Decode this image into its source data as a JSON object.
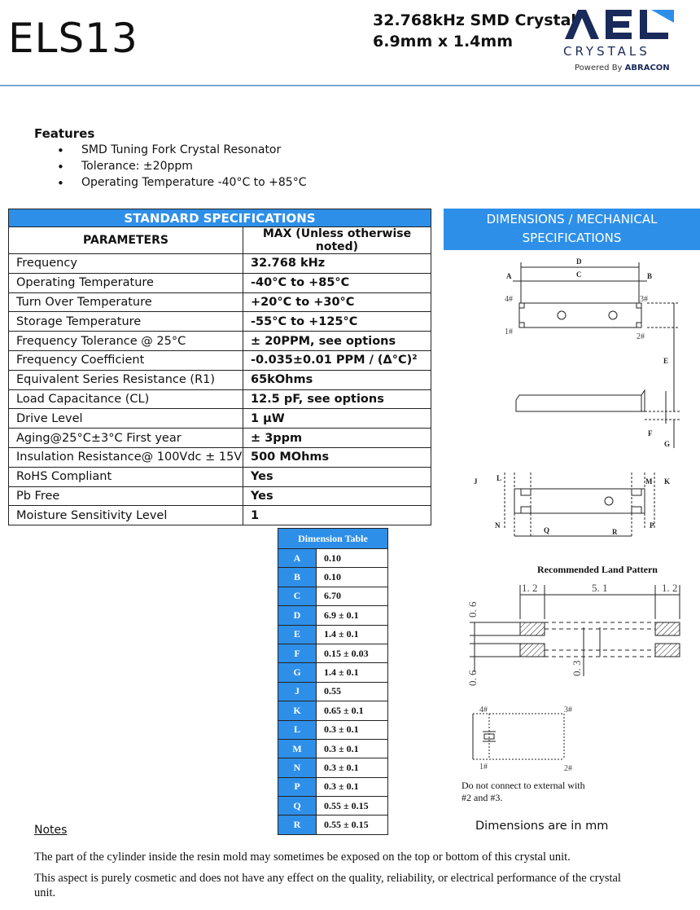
{
  "header": {
    "part_number": "ELS13",
    "subtitle_line1": "32.768kHz SMD Crystal",
    "subtitle_line2": "6.9mm x 1.4mm",
    "logo_text": "AEL",
    "logo_sub": "CRYSTALS",
    "logo_powered_prefix": "Powered By ",
    "logo_powered_brand": "ABRACON"
  },
  "features": {
    "title": "Features",
    "items": [
      "SMD Tuning Fork Crystal Resonator",
      "Tolerance: ±20ppm",
      "Operating Temperature -40°C to +85°C"
    ]
  },
  "spec_table": {
    "banner": "STANDARD SPECIFICATIONS",
    "col_param": "PARAMETERS",
    "col_max": "MAX (Unless otherwise noted)",
    "rows": [
      {
        "param": "Frequency",
        "value": "32.768 kHz"
      },
      {
        "param": "Operating Temperature",
        "value": "-40°C to +85°C"
      },
      {
        "param": "Turn Over Temperature",
        "value": "+20°C to +30°C"
      },
      {
        "param": "Storage Temperature",
        "value": "-55°C to +125°C"
      },
      {
        "param": "Frequency Tolerance @ 25°C",
        "value": "± 20PPM, see options"
      },
      {
        "param": "Frequency Coefficient",
        "value": "-0.035±0.01 PPM / (Δ°C)²"
      },
      {
        "param": "Equivalent Series Resistance (R1)",
        "value": "65kOhms"
      },
      {
        "param": "Load Capacitance (CL)",
        "value": "12.5 pF, see options"
      },
      {
        "param": "Drive Level",
        "value": "1 µW"
      },
      {
        "param": "Aging@25°C±3°C First year",
        "value": "± 3ppm"
      },
      {
        "param": "Insulation Resistance@ 100Vdc ± 15V",
        "value": "500 MOhms"
      },
      {
        "param": "RoHS Compliant",
        "value": "Yes"
      },
      {
        "param": "Pb Free",
        "value": "Yes"
      },
      {
        "param": "Moisture Sensitivity Level",
        "value": "1"
      }
    ]
  },
  "dimensions": {
    "banner_line1": "DIMENSIONS / MECHANICAL",
    "banner_line2": "SPECIFICATIONS",
    "table_title": "Dimension Table",
    "rows": [
      {
        "k": "A",
        "v": "0.10"
      },
      {
        "k": "B",
        "v": "0.10"
      },
      {
        "k": "C",
        "v": "6.70"
      },
      {
        "k": "D",
        "v": "6.9 ± 0.1"
      },
      {
        "k": "E",
        "v": "1.4 ± 0.1"
      },
      {
        "k": "F",
        "v": "0.15 ± 0.03"
      },
      {
        "k": "G",
        "v": "1.4 ± 0.1"
      },
      {
        "k": "J",
        "v": "0.55"
      },
      {
        "k": "K",
        "v": "0.65 ± 0.1"
      },
      {
        "k": "L",
        "v": "0.3 ± 0.1"
      },
      {
        "k": "M",
        "v": "0.3 ± 0.1"
      },
      {
        "k": "N",
        "v": "0.3 ± 0.1"
      },
      {
        "k": "P",
        "v": "0.3 ± 0.1"
      },
      {
        "k": "Q",
        "v": "0.55 ± 0.15"
      },
      {
        "k": "R",
        "v": "0.55 ± 0.15"
      }
    ],
    "units_note": "Dimensions are in mm",
    "land_pattern_title": "Recommended Land Pattern",
    "land_pattern_dims": {
      "left": "1. 2",
      "center": "5. 1",
      "right": "1. 2",
      "top_v": "0. 6",
      "bottom_v": "0. 6",
      "gap_v": "0. 3"
    },
    "drawing_labels": {
      "D": "D",
      "C": "C",
      "A": "A",
      "B": "B",
      "E": "E",
      "F": "F",
      "G": "G",
      "J": "J",
      "L": "L",
      "M": "M",
      "K": "K",
      "N": "N",
      "Q": "Q",
      "R": "R",
      "P": "P",
      "pin1": "1#",
      "pin2": "2#",
      "pin3": "3#",
      "pin4": "4#"
    },
    "nc_note_line1": "Do not connect to external with",
    "nc_note_line2": "#2 and #3."
  },
  "notes": {
    "title": "Notes",
    "line1": "The part of the cylinder inside the resin mold may sometimes be exposed on the top or bottom of this crystal unit.",
    "line2": "This aspect is purely cosmetic and does not have any effect on the quality, reliability, or electrical performance of the crystal unit."
  },
  "colors": {
    "accent": "#2e8fe8",
    "logo_navy": "#1a2a5a",
    "rule": "#7aa6d6"
  }
}
